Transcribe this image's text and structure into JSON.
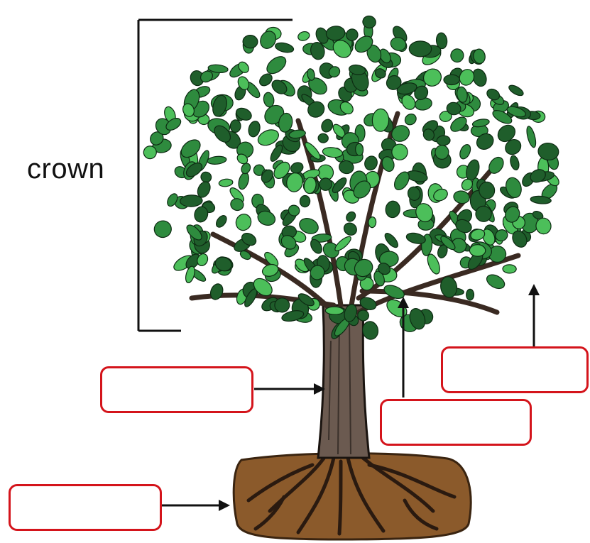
{
  "diagram": {
    "crown_label": "crown",
    "blank_labels": [
      {
        "id": "trunk",
        "value": ""
      },
      {
        "id": "roots",
        "value": ""
      },
      {
        "id": "branch",
        "value": ""
      },
      {
        "id": "leaves",
        "value": ""
      }
    ],
    "colors": {
      "leaf_dark": "#1f5e2b",
      "leaf_mid": "#2e8b3e",
      "leaf_light": "#4cbf5a",
      "trunk": "#6b5a50",
      "soil": "#8b5a2b",
      "box_border": "#d4141b",
      "line": "#111111"
    }
  }
}
